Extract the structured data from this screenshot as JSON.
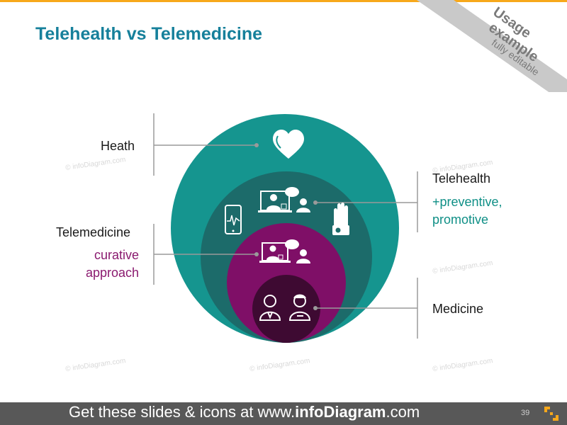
{
  "title": "Telehealth vs Telemedicine",
  "corner_tag": {
    "line1": "Usage",
    "line2": "example",
    "line3": "fully editable"
  },
  "labels": {
    "heath": "Heath",
    "telehealth": "Telehealth",
    "telehealth_note_1": "+preventive,",
    "telehealth_note_2": "promotive",
    "telemedicine": "Telemedicine",
    "telemedicine_note_1": "curative",
    "telemedicine_note_2": "approach",
    "medicine": "Medicine"
  },
  "watermark": "© infoDiagram.com",
  "footer": {
    "prefix": "Get these slides & icons at www.",
    "brand": "infoDiagram",
    "suffix": ".com"
  },
  "page_number": "39",
  "colors": {
    "title": "#16809b",
    "outer_circle": "#15958f",
    "second_circle": "#1c6b6a",
    "third_circle": "#7f0f67",
    "inner_circle": "#3e0a32",
    "telehealth_note": "#0f8f86",
    "telemedicine_note": "#8a1a6f",
    "accent": "#f7a81b",
    "footer_bg": "#585858"
  },
  "icons": [
    "heart-icon",
    "doctor-video-call-icon",
    "smartphone-ecg-icon",
    "hand-watch-icon",
    "doctor-video-consult-icon",
    "doctor-patient-icon"
  ]
}
